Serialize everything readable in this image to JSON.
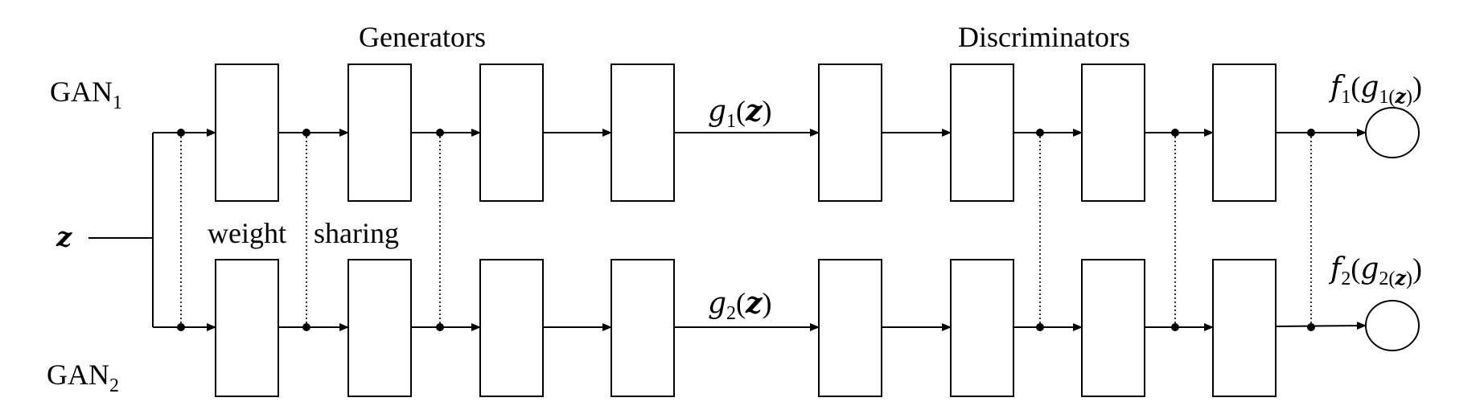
{
  "labels": {
    "generators": "Generators",
    "discriminators": "Discriminators",
    "gan1": {
      "base": "GAN",
      "sub": "1"
    },
    "gan2": {
      "base": "GAN",
      "sub": "2"
    },
    "z": "z",
    "weight": "weight",
    "sharing": "sharing"
  },
  "outputs": {
    "g1": {
      "fn": "g",
      "sub": "1",
      "arg": "z"
    },
    "g2": {
      "fn": "g",
      "sub": "2",
      "arg": "z"
    },
    "f1": {
      "fn": "f",
      "sub": "1",
      "inner": "g",
      "inner_sub": "1",
      "arg": "z"
    },
    "f2": {
      "fn": "f",
      "sub": "2",
      "inner": "g",
      "inner_sub": "2",
      "arg": "z"
    }
  }
}
